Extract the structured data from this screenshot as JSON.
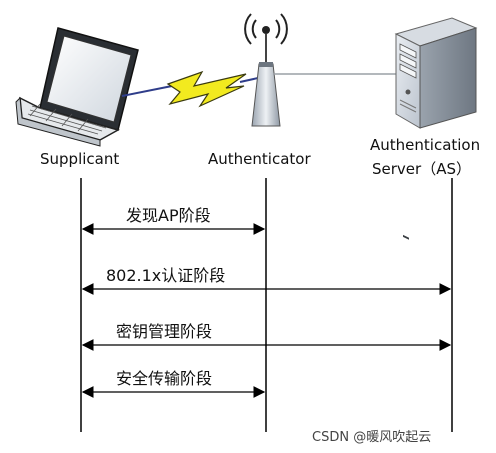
{
  "nodes": {
    "supplicant": "Supplicant",
    "authenticator": "Authenticator",
    "server_line1": "Authentication",
    "server_line2": "Server（AS）"
  },
  "phases": [
    "发现AP阶段",
    "802.1x认证阶段",
    "密钥管理阶段",
    "安全传输阶段"
  ],
  "watermark": "CSDN @暖风吹起云",
  "colors": {
    "line": "#000000",
    "bolt": "#f2ea1f",
    "bolt_stroke": "#3a3a10",
    "connector": "#2f3d8a"
  }
}
